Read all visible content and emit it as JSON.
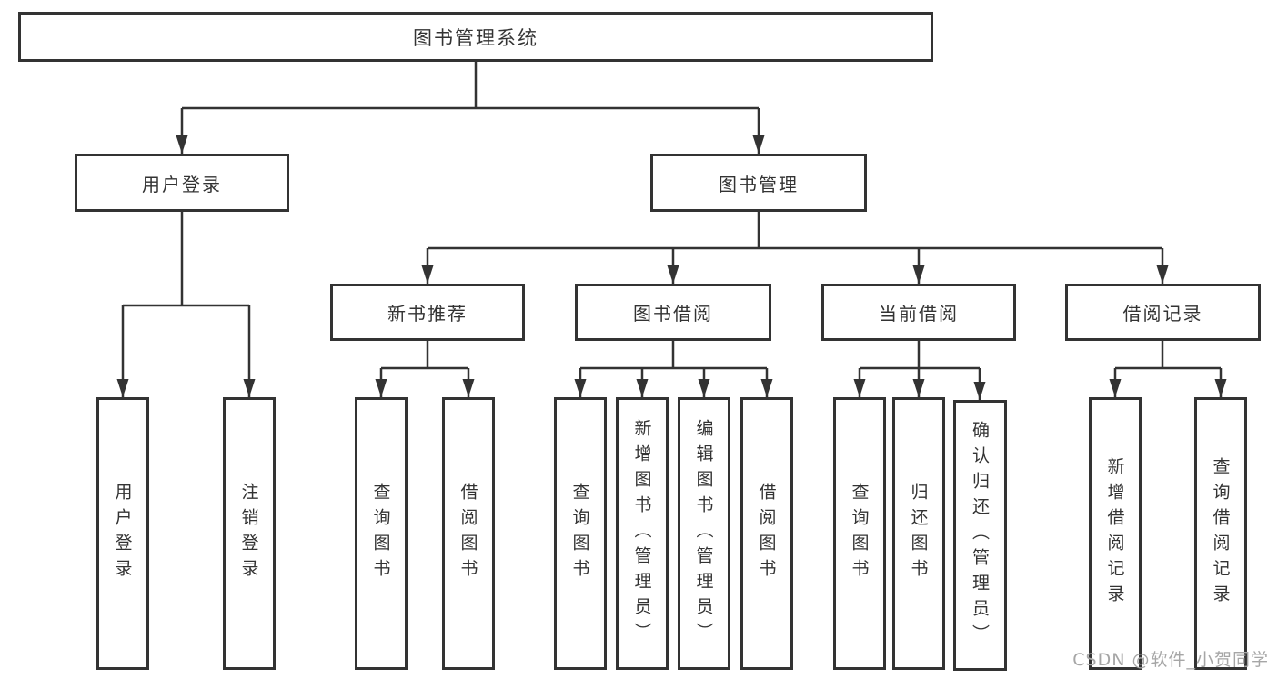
{
  "diagram": {
    "root_label": "图书管理系统",
    "level2": [
      {
        "label": "用户登录",
        "parent": "图书管理系统"
      },
      {
        "label": "图书管理",
        "parent": "图书管理系统"
      }
    ],
    "level3": [
      {
        "label": "新书推荐",
        "parent": "图书管理"
      },
      {
        "label": "图书借阅",
        "parent": "图书管理"
      },
      {
        "label": "当前借阅",
        "parent": "图书管理"
      },
      {
        "label": "借阅记录",
        "parent": "图书管理"
      }
    ],
    "leaves": [
      {
        "label": "用户登录",
        "parent": "用户登录"
      },
      {
        "label": "注销登录",
        "parent": "用户登录"
      },
      {
        "label": "查询图书",
        "parent": "新书推荐"
      },
      {
        "label": "借阅图书",
        "parent": "新书推荐"
      },
      {
        "label": "查询图书",
        "parent": "图书借阅"
      },
      {
        "label": "新增图书（管理员）",
        "parent": "图书借阅"
      },
      {
        "label": "编辑图书（管理员）",
        "parent": "图书借阅"
      },
      {
        "label": "借阅图书",
        "parent": "图书借阅"
      },
      {
        "label": "查询图书",
        "parent": "当前借阅"
      },
      {
        "label": "归还图书",
        "parent": "当前借阅"
      },
      {
        "label": "确认归还（管理员）",
        "parent": "当前借阅"
      },
      {
        "label": "新增借阅记录",
        "parent": "借阅记录"
      },
      {
        "label": "查询借阅记录",
        "parent": "借阅记录"
      }
    ],
    "watermark": "CSDN @软件_小贺同学",
    "colors": {
      "line": "#333333",
      "box_border": "#333333",
      "box_fill": "#ffffff",
      "text": "#333333",
      "watermark": "#a6a6a6"
    }
  }
}
